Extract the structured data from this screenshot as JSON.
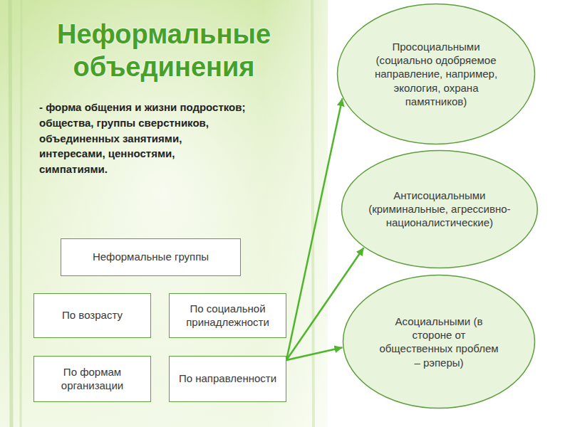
{
  "diagram": {
    "title": "Неформальные объединения",
    "nodes": [
      {
        "text": [
          "Неформальные группы"
        ]
      },
      {
        "text": [
          "По возрасту"
        ]
      },
      {
        "text": [
          "По социальной принадлежности"
        ]
      },
      {
        "text": [
          "По формам организации"
        ]
      },
      {
        "text": [
          "По направленности"
        ]
      },
      {
        "text": [
          "Просоциальными (социально одобряемое направление, например, экология, охрана памятников)"
        ]
      },
      {
        "text": [
          "Антисоциальными (криминальные, агрессивно-националистические)"
        ]
      },
      {
        "text": [
          "Асоциальными (в стороне от общественных проблем – рэперы)"
        ]
      }
    ],
    "edges": [
      {
        "from": 4,
        "to": 5,
        "arrow": "to"
      },
      {
        "from": 4,
        "to": 6,
        "arrow": "to"
      },
      {
        "from": 4,
        "to": 7,
        "arrow": "to"
      }
    ],
    "labels": [
      "- форма общения и жизни подростков; общества, группы сверстников, объединенных занятиями, интересами, ценностями, симпатиями."
    ]
  }
}
